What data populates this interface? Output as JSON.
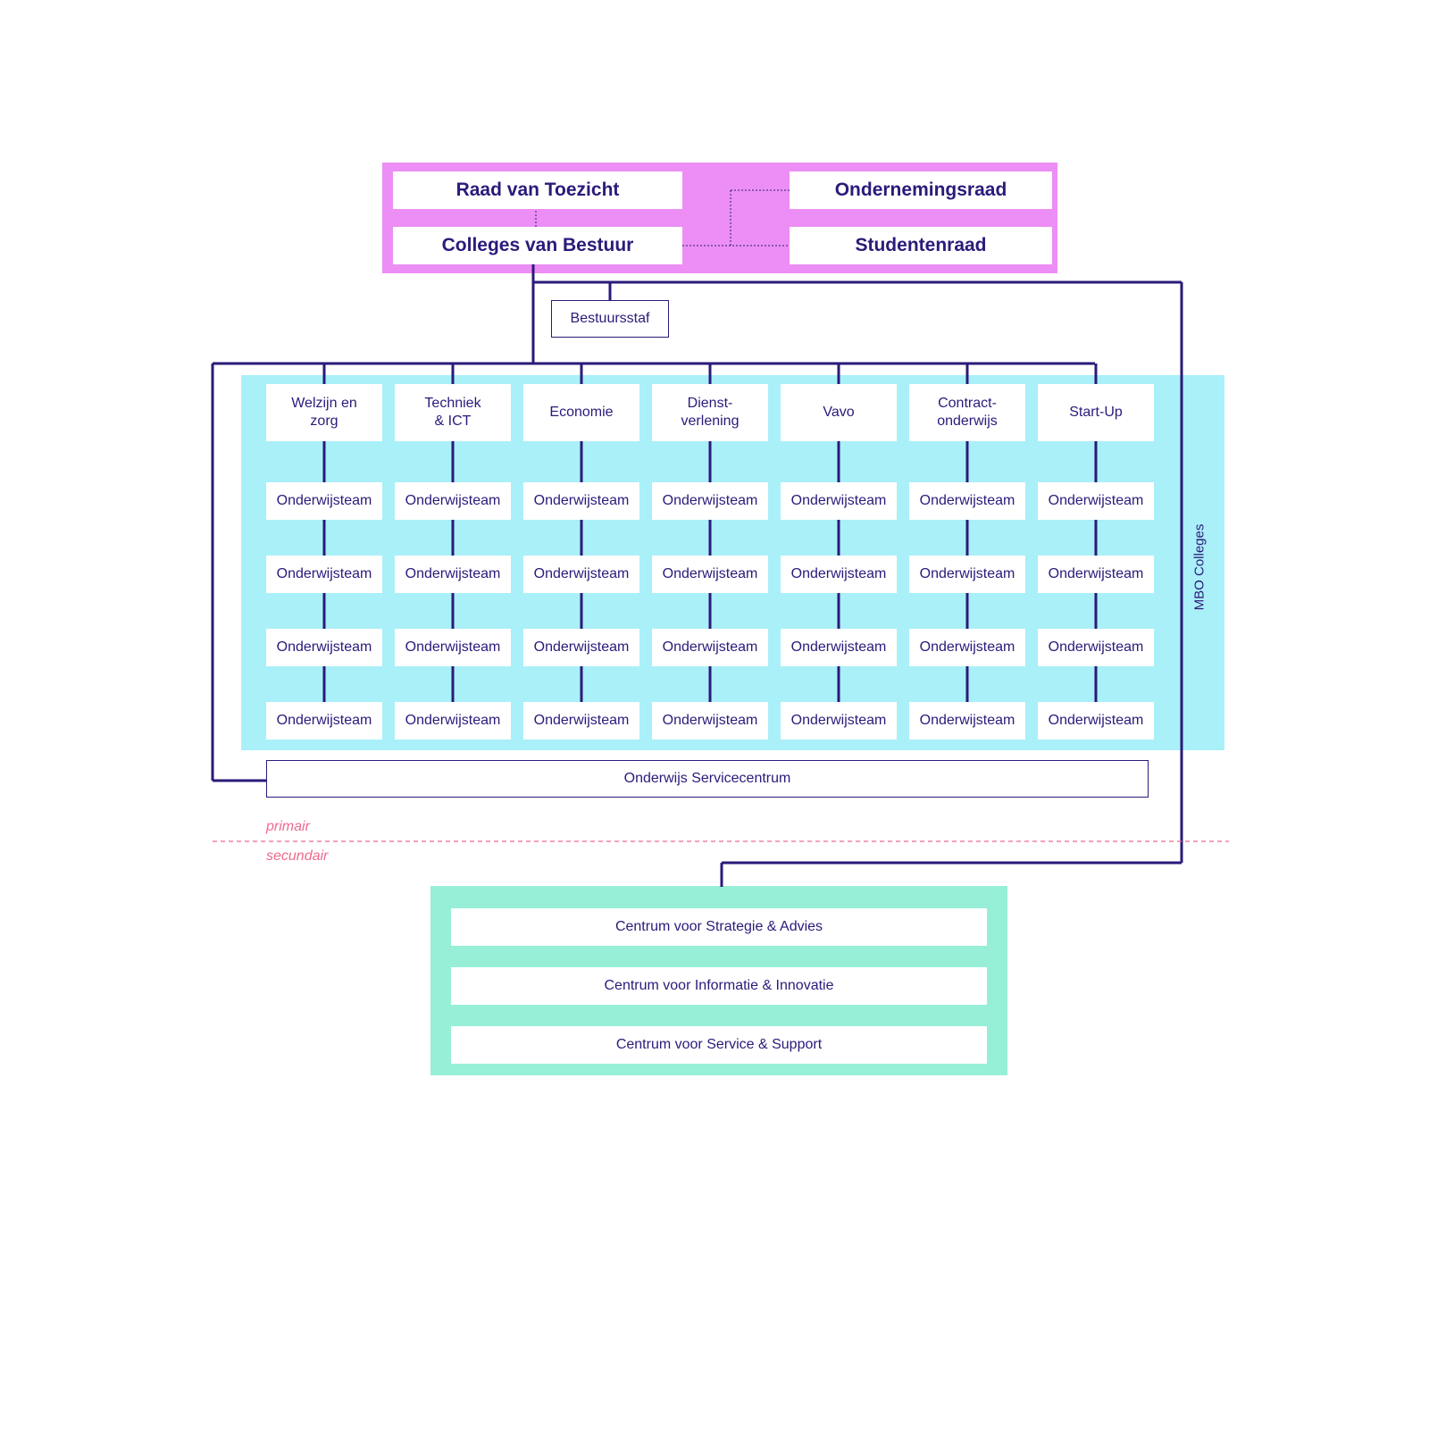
{
  "governance": {
    "raad_van_toezicht": "Raad van Toezicht",
    "ondernemingsraad": "Ondernemingsraad",
    "colleges_van_bestuur": "Colleges van Bestuur",
    "studentenraad": "Studentenraad"
  },
  "staff": {
    "label": "Bestuursstaf"
  },
  "mbo": {
    "label": "MBO Colleges",
    "columns": [
      {
        "head": "Welzijn en\nzorg",
        "teams": [
          "Onderwijsteam",
          "Onderwijsteam",
          "Onderwijsteam",
          "Onderwijsteam"
        ]
      },
      {
        "head": "Techniek\n& ICT",
        "teams": [
          "Onderwijsteam",
          "Onderwijsteam",
          "Onderwijsteam",
          "Onderwijsteam"
        ]
      },
      {
        "head": "Economie",
        "teams": [
          "Onderwijsteam",
          "Onderwijsteam",
          "Onderwijsteam",
          "Onderwijsteam"
        ]
      },
      {
        "head": "Dienst-\nverlening",
        "teams": [
          "Onderwijsteam",
          "Onderwijsteam",
          "Onderwijsteam",
          "Onderwijsteam"
        ]
      },
      {
        "head": "Vavo",
        "teams": [
          "Onderwijsteam",
          "Onderwijsteam",
          "Onderwijsteam",
          "Onderwijsteam"
        ]
      },
      {
        "head": "Contract-\nonderwijs",
        "teams": [
          "Onderwijsteam",
          "Onderwijsteam",
          "Onderwijsteam",
          "Onderwijsteam"
        ]
      },
      {
        "head": "Start-Up",
        "teams": [
          "Onderwijsteam",
          "Onderwijsteam",
          "Onderwijsteam",
          "Onderwijsteam"
        ]
      }
    ]
  },
  "service_centre": {
    "label": "Onderwijs Servicecentrum"
  },
  "zones": {
    "primary": "primair",
    "secondary": "secundair"
  },
  "secondary_centres": [
    "Centrum voor Strategie & Advies",
    "Centrum voor Informatie & Innovatie",
    "Centrum voor Service & Support"
  ],
  "colors": {
    "ink": "#2b1a7a",
    "governance_bg": "#ec8ef5",
    "mbo_bg": "#aaf0f8",
    "secondary_bg": "#96efd6",
    "divider": "#f06a8e"
  }
}
